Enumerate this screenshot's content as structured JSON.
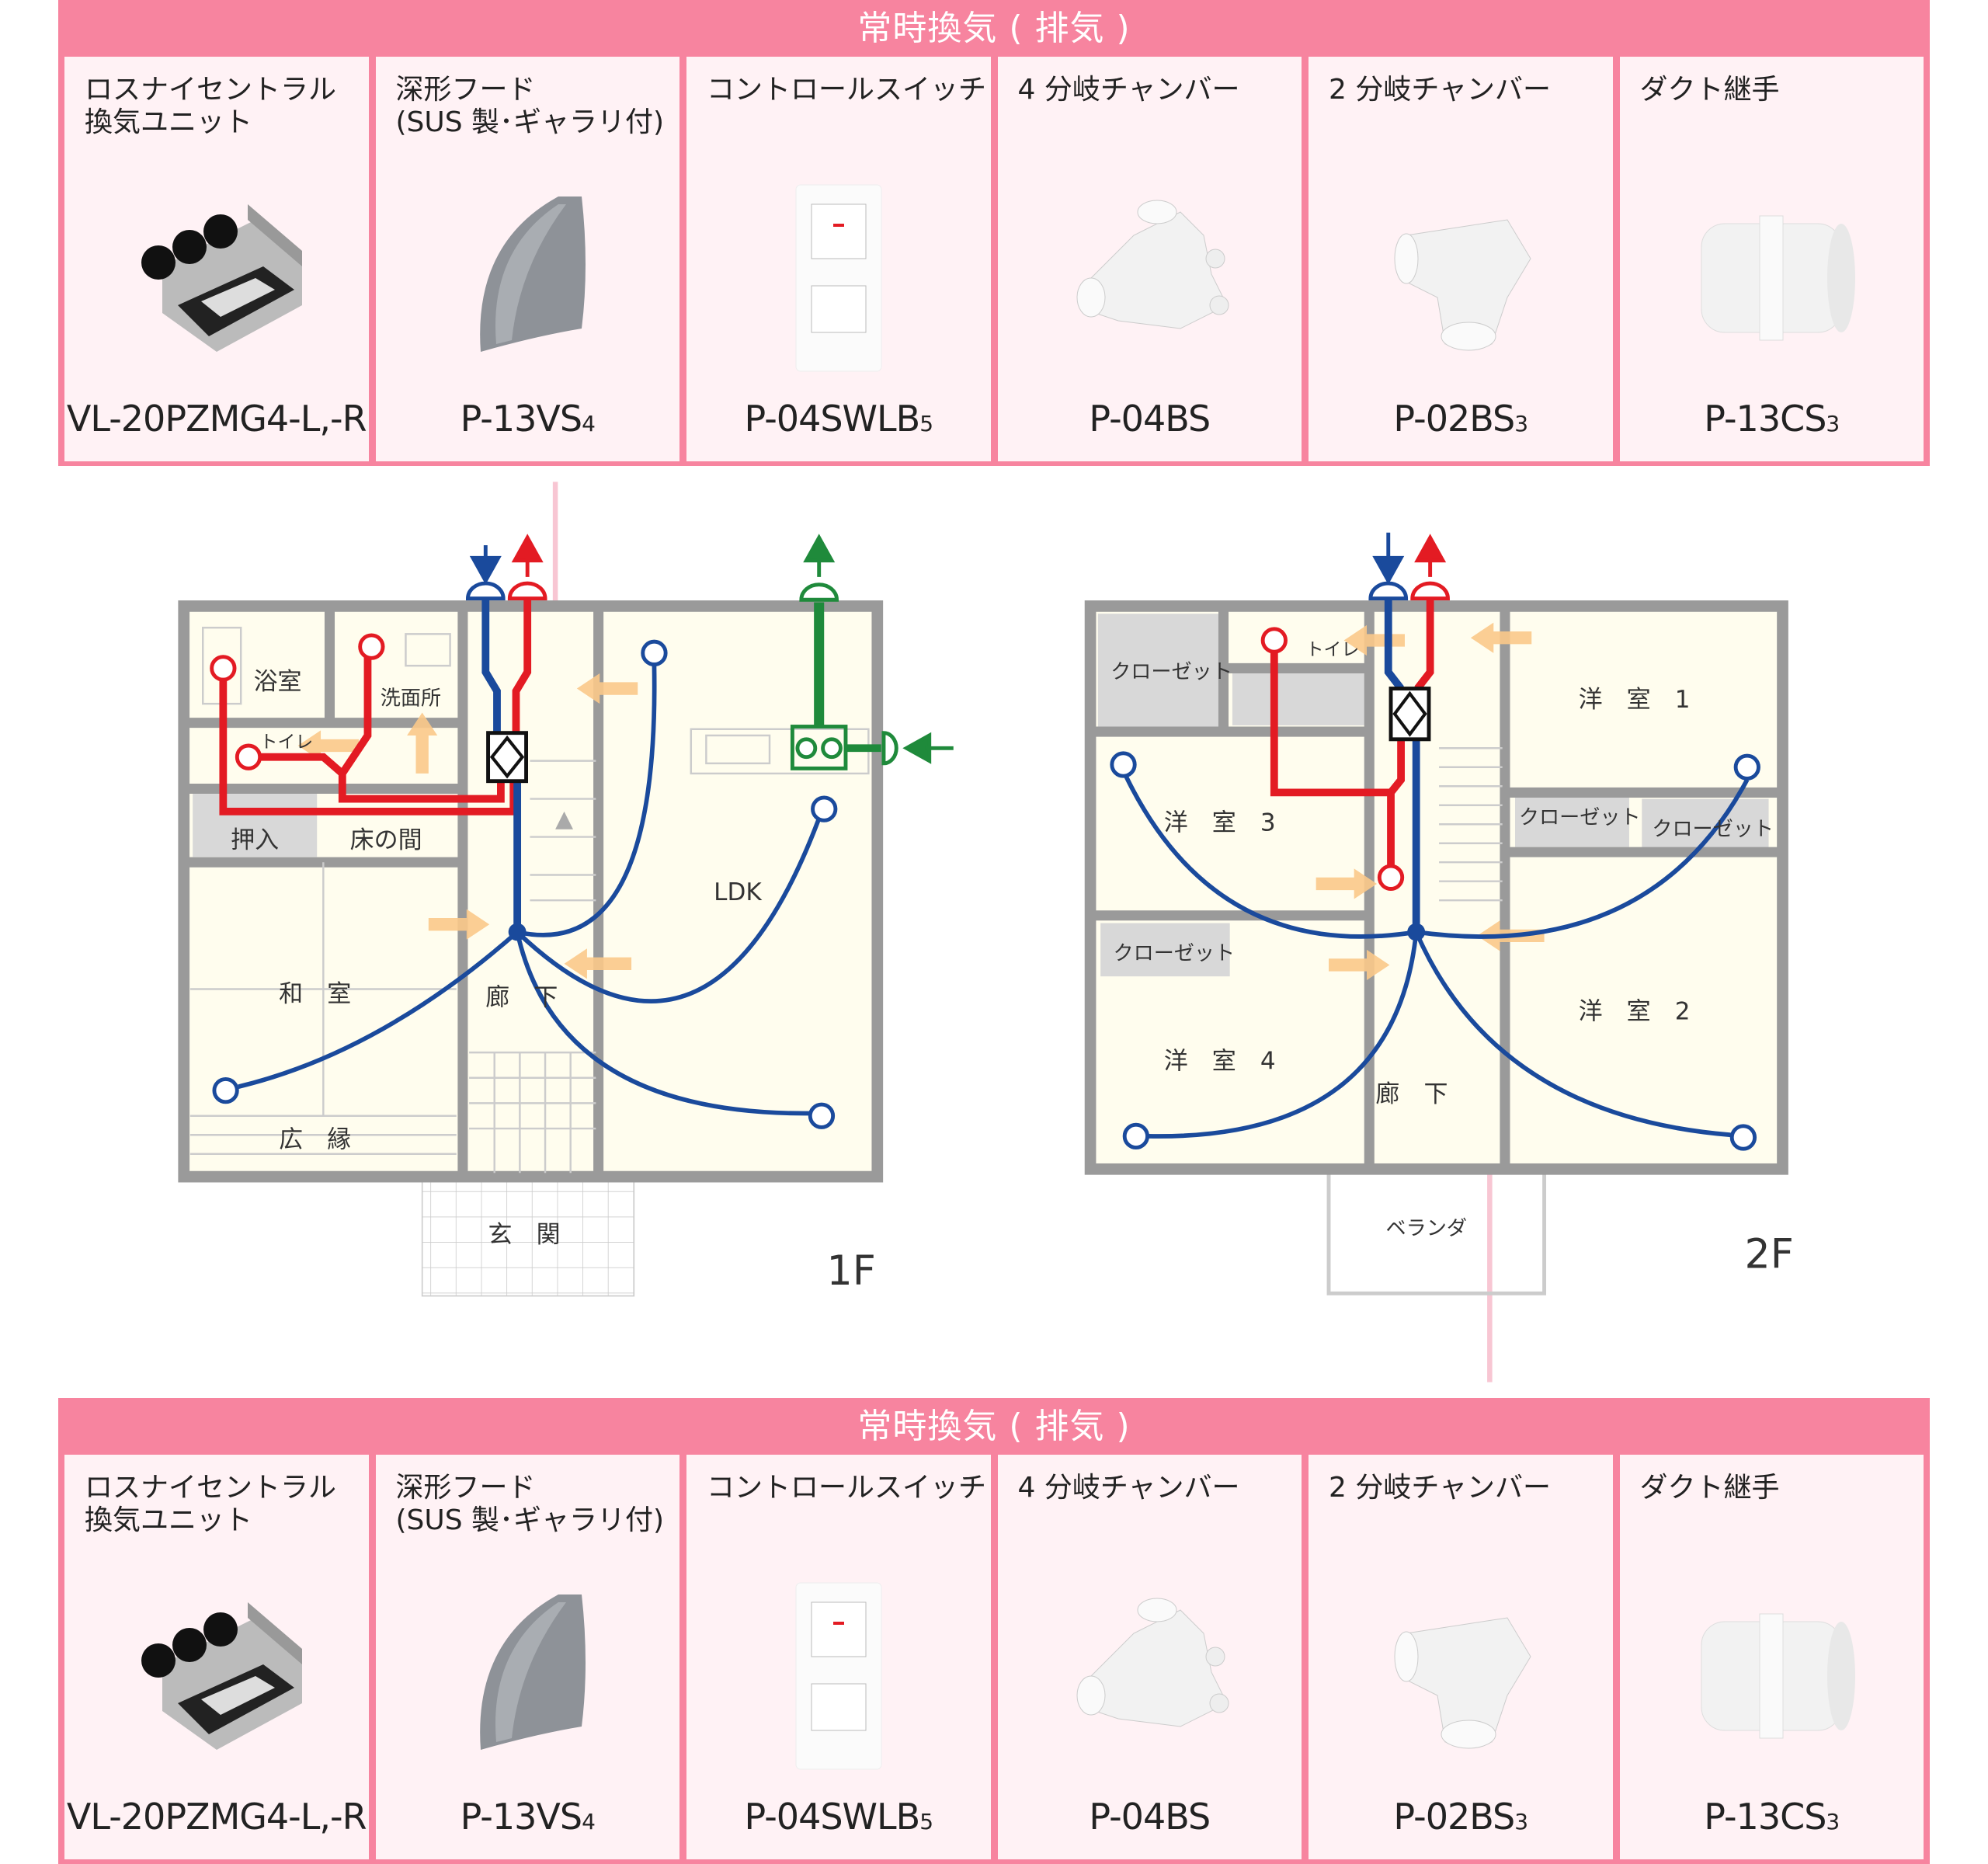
{
  "banner": "常時換気 ( 排気 )",
  "products": [
    {
      "title": "ロスナイセントラル\n換気ユニット",
      "model": "VL-20PZMG4-L,-R",
      "model_sub": "",
      "icon": "ventilation-unit-icon"
    },
    {
      "title": "深形フード\n(SUS 製･ギャラリ付)",
      "model": "P-13VS",
      "model_sub": "4",
      "icon": "hood-icon"
    },
    {
      "title": "コントロールスイッチ",
      "model": "P-04SWLB",
      "model_sub": "5",
      "icon": "control-switch-icon"
    },
    {
      "title": "4 分岐チャンバー",
      "model": "P-04BS",
      "model_sub": "",
      "icon": "4-branch-chamber-icon"
    },
    {
      "title": "2 分岐チャンバー",
      "model": "P-02BS",
      "model_sub": "3",
      "icon": "2-branch-chamber-icon"
    },
    {
      "title": "ダクト継手",
      "model": "P-13CS",
      "model_sub": "3",
      "icon": "duct-joint-icon"
    }
  ],
  "floor_plans": {
    "f1": {
      "floor": "1F",
      "rooms": {
        "bath": "浴室",
        "washroom": "洗面所",
        "toilet": "トイレ",
        "closet": "押入",
        "alcove": "床の間",
        "japanese_room": "和　室",
        "hallway": "廊　下",
        "ldk": "LDK",
        "veranda": "広　縁",
        "entrance": "玄　関"
      }
    },
    "f2": {
      "floor": "2F",
      "rooms": {
        "closet_a": "クローゼット",
        "toilet": "トイレ",
        "room1": "洋　室　1",
        "room3": "洋　室　3",
        "closet_b": "クローゼット",
        "closet_c": "クローゼット",
        "closet_d": "クローゼット",
        "room4": "洋　室　4",
        "room2": "洋　室　2",
        "hallway": "廊　下",
        "balcony": "ベランダ"
      }
    }
  },
  "colors": {
    "banner": "#f7849f",
    "card": "#fff2f5",
    "supply": "#1a4a9c",
    "exhaust": "#e31b23",
    "kitchen": "#1f8a3b",
    "airflow": "#fbc98a",
    "floor": "#fffdee",
    "wall": "#9a9a9a",
    "riser": "#f8c6d3"
  }
}
